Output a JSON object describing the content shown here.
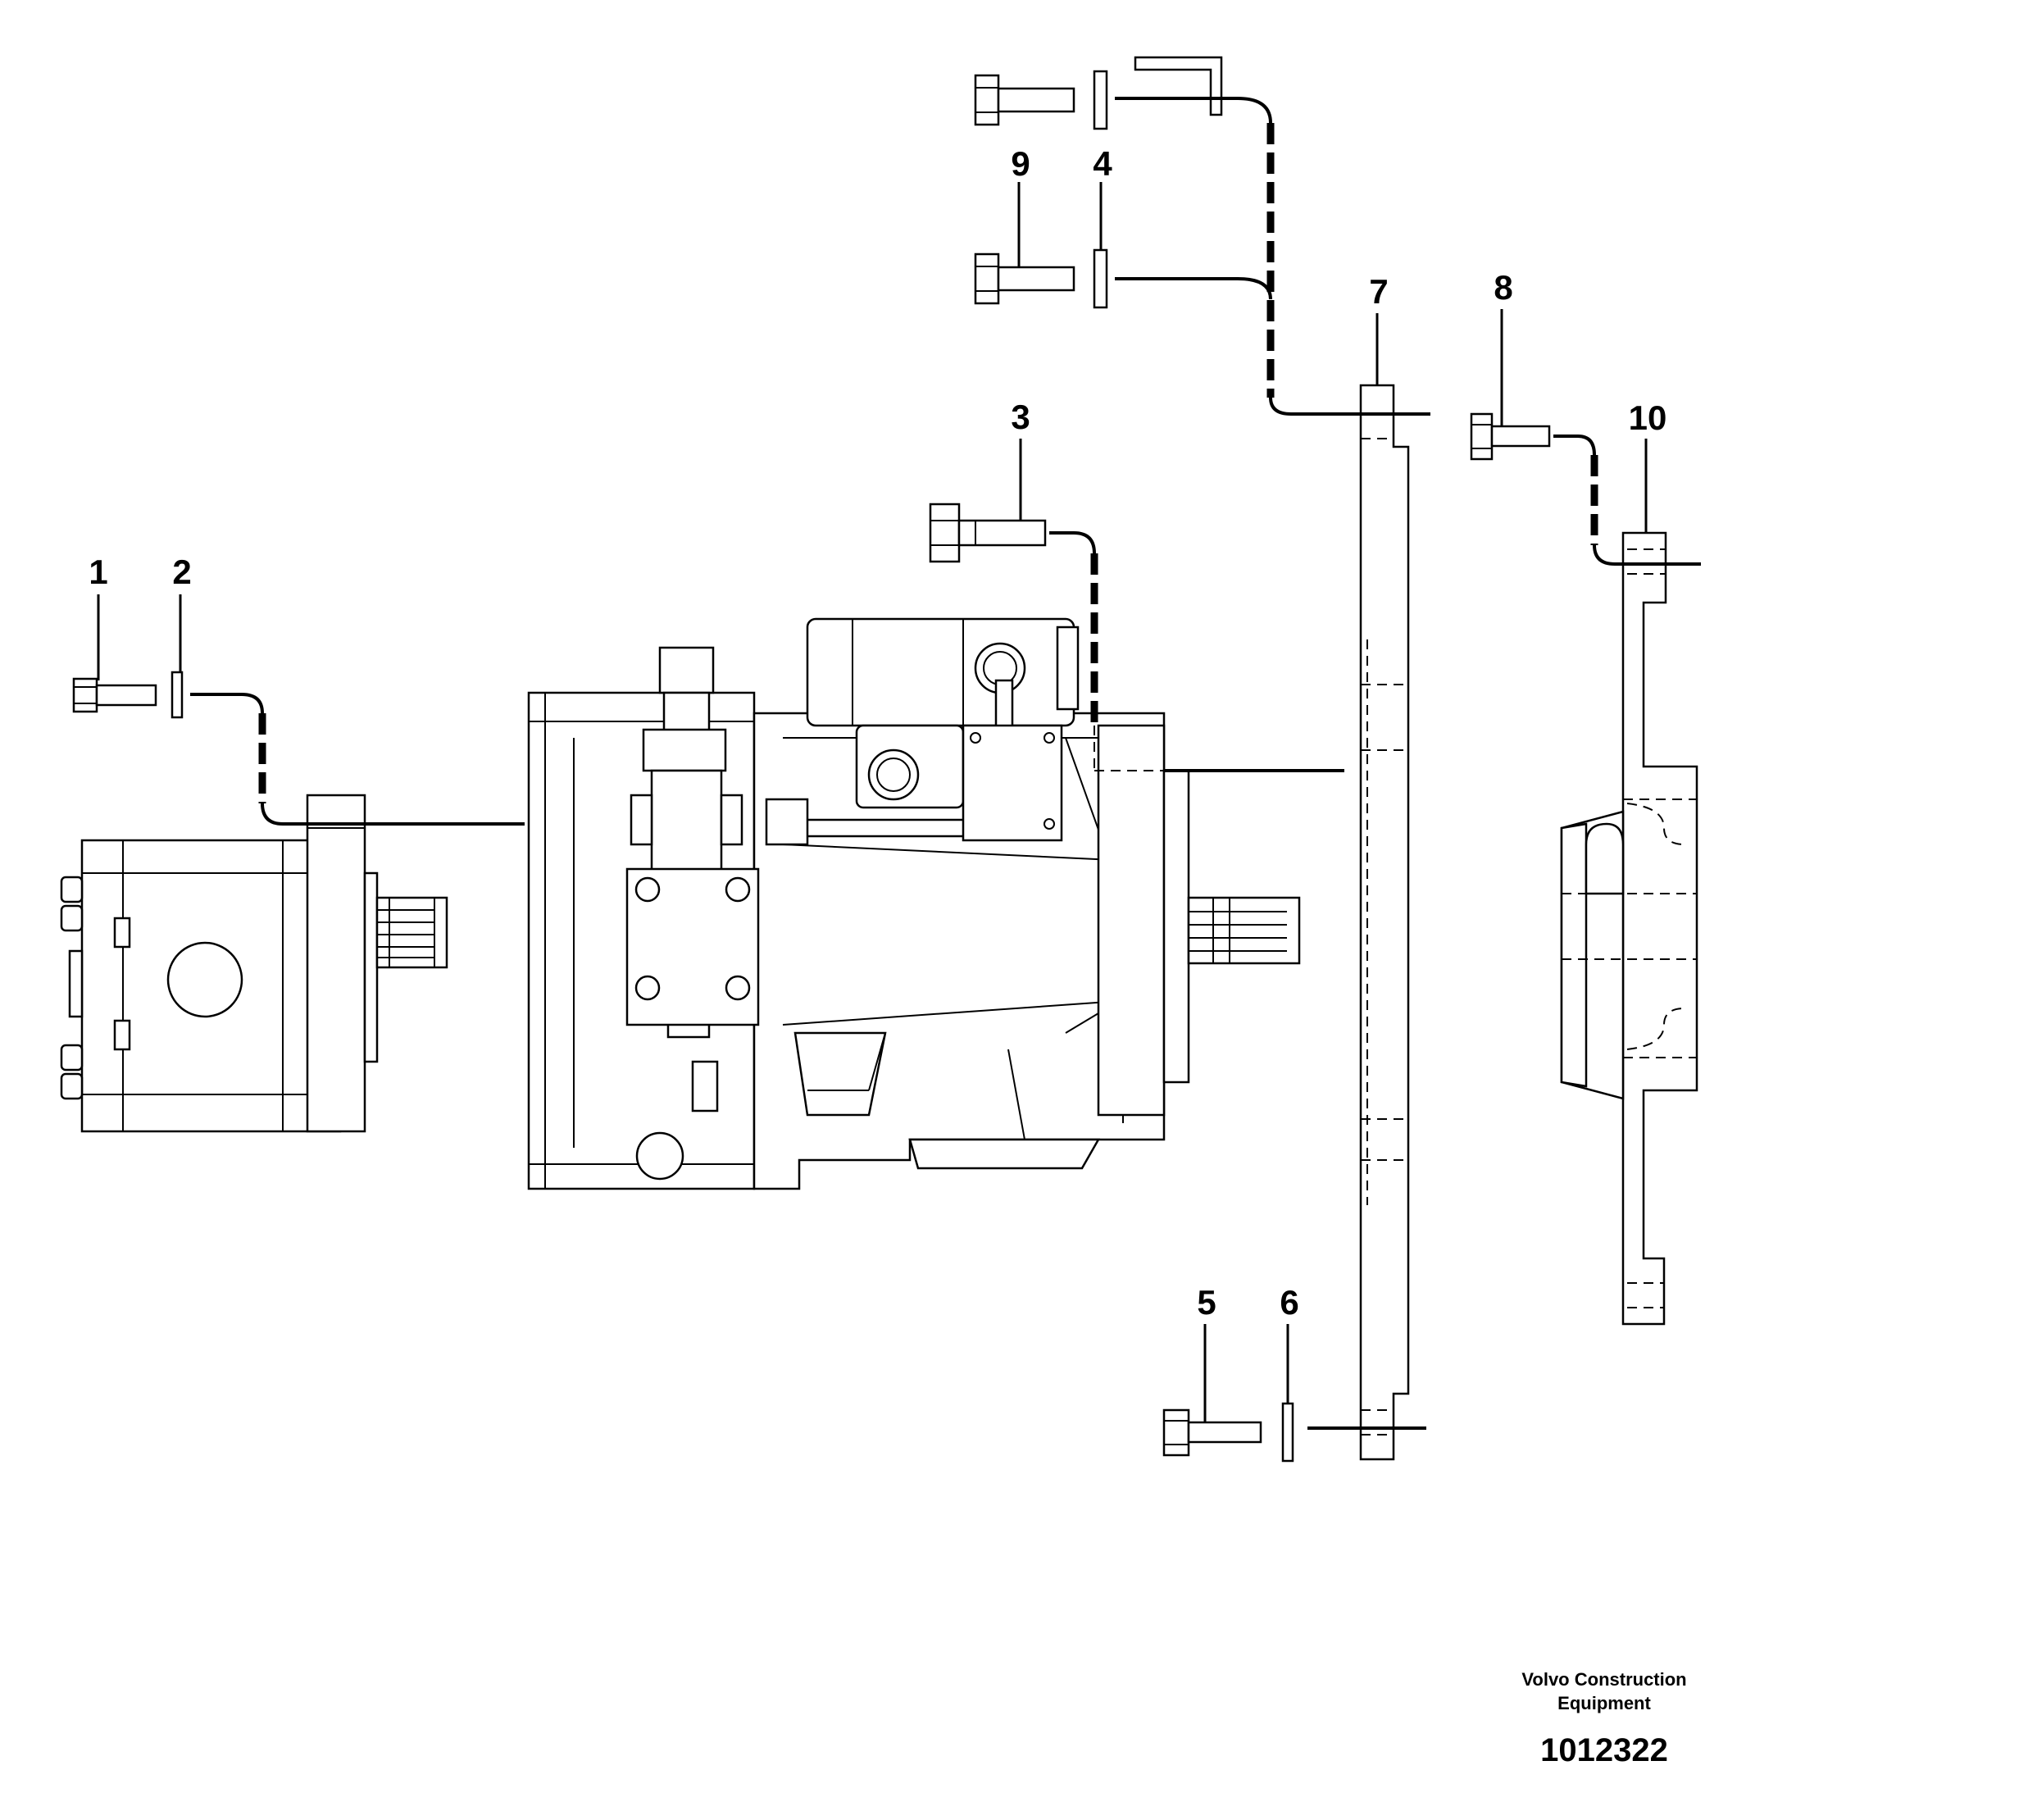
{
  "diagram": {
    "callouts": [
      {
        "id": "1",
        "label": "1"
      },
      {
        "id": "2",
        "label": "2"
      },
      {
        "id": "3",
        "label": "3"
      },
      {
        "id": "4",
        "label": "4"
      },
      {
        "id": "5",
        "label": "5"
      },
      {
        "id": "6",
        "label": "6"
      },
      {
        "id": "7",
        "label": "7"
      },
      {
        "id": "8",
        "label": "8"
      },
      {
        "id": "9",
        "label": "9"
      },
      {
        "id": "10",
        "label": "10"
      }
    ],
    "parts": [
      "bolt",
      "washer",
      "bolt",
      "washer",
      "bolt",
      "washer",
      "mounting-plate",
      "bolt",
      "bolt",
      "bracket",
      "gear-pump",
      "hydraulic-pump"
    ]
  },
  "footer": {
    "company_line1": "Volvo Construction",
    "company_line2": "Equipment",
    "drawing_number": "1012322"
  },
  "colors": {
    "line": "#000000",
    "background": "#ffffff"
  }
}
